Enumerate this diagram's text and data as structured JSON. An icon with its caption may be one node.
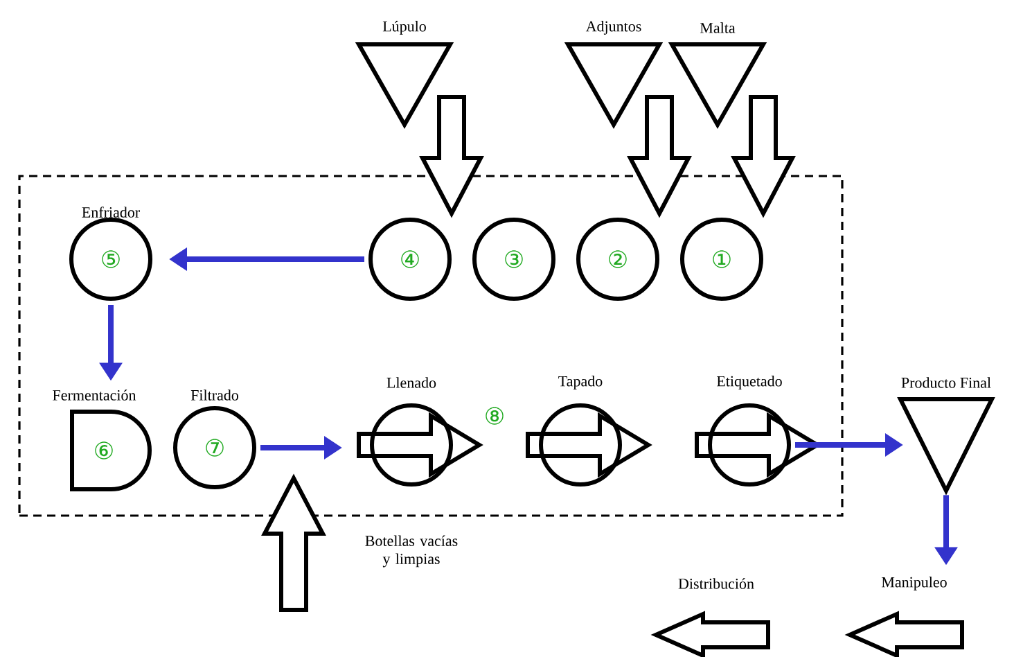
{
  "diagram": {
    "nodes": [
      {
        "text": [],
        "shape": "box"
      },
      {
        "text": [
          "Lúpulo"
        ]
      },
      {
        "text": [
          "Adjuntos"
        ]
      },
      {
        "text": [
          "Malta"
        ]
      },
      {
        "text": [
          "④"
        ],
        "in": 0
      },
      {
        "text": [
          "③"
        ],
        "in": 0
      },
      {
        "text": [
          "②"
        ],
        "in": 0
      },
      {
        "text": [
          "①"
        ],
        "in": 0
      },
      {
        "text": [
          "Enfriador",
          "⑤"
        ],
        "in": 0
      },
      {
        "text": [
          "Fermentación",
          "⑥"
        ],
        "in": 0
      },
      {
        "text": [
          "Filtrado",
          "⑦"
        ],
        "in": 0
      },
      {
        "text": [
          "Llenado"
        ],
        "in": 0
      },
      {
        "text": [
          "Tapado"
        ],
        "in": 0
      },
      {
        "text": [
          "Etiquetado"
        ],
        "in": 0
      },
      {
        "text": [
          "Producto Final"
        ]
      },
      {
        "text": [
          "Manipuleo"
        ]
      },
      {
        "text": [
          "Distribución"
        ]
      }
    ],
    "edges": [
      {
        "from": 1,
        "to": 4,
        "arrow": "to",
        "style": "thick",
        "color": "#000000"
      },
      {
        "from": 2,
        "to": 6,
        "arrow": "to",
        "style": "thick",
        "color": "#000000"
      },
      {
        "from": 3,
        "to": 7,
        "arrow": "to",
        "style": "thick",
        "color": "#000000"
      },
      {
        "from": 4,
        "to": 8,
        "arrow": "to"
      },
      {
        "from": 8,
        "to": 9,
        "arrow": "to"
      },
      {
        "from": 10,
        "to": 11,
        "arrow": "to"
      },
      {
        "from": null,
        "to": 11,
        "arrow": "to",
        "style": "thick",
        "color": "#000000"
      },
      {
        "from": 13,
        "to": 14,
        "arrow": "to"
      },
      {
        "from": 14,
        "to": 15,
        "arrow": "to"
      }
    ],
    "labels": [
      "⑧",
      "Botellas vacías y limpias"
    ]
  }
}
